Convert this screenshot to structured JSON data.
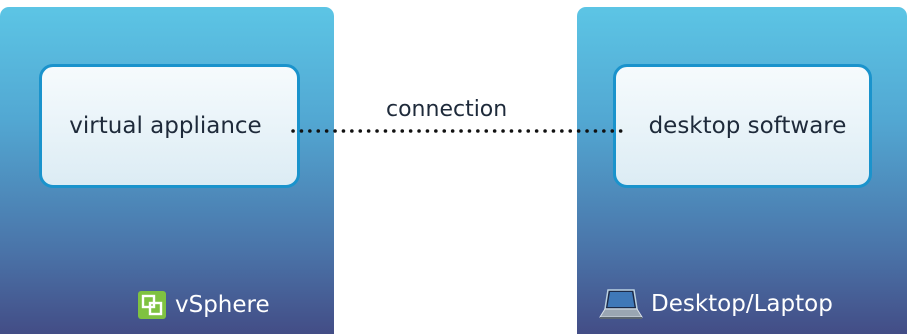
{
  "diagram": {
    "left_node": {
      "inner_label": "virtual appliance",
      "platform_label": "vSphere",
      "platform_icon": "vsphere-logo-icon"
    },
    "right_node": {
      "inner_label": "desktop software",
      "platform_label": "Desktop/Laptop",
      "platform_icon": "laptop-icon"
    },
    "connection_label": "connection"
  },
  "colors": {
    "panel_top": "#5cc5e5",
    "panel_bottom": "#434d86",
    "inner_border": "#1a93cc",
    "inner_fill": "#e8f3f8",
    "connector": "#111111"
  }
}
